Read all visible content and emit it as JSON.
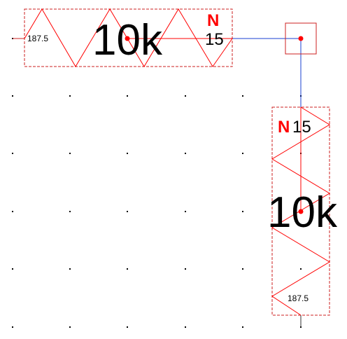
{
  "colors": {
    "component": "#ff0000",
    "component_outline": "#cc2222",
    "wire": "#1a3fd0",
    "text": "#000000",
    "grid": "#000000",
    "background": "#ffffff"
  },
  "resistor_horizontal": {
    "value_label": "10k",
    "turns_label": "15",
    "n_marker": "N",
    "end_label": "187.5"
  },
  "resistor_vertical": {
    "value_label": "10k",
    "turns_label": "15",
    "n_marker": "N",
    "end_label": "187.5"
  },
  "junction_box": {
    "icon": "junction-node-icon"
  }
}
